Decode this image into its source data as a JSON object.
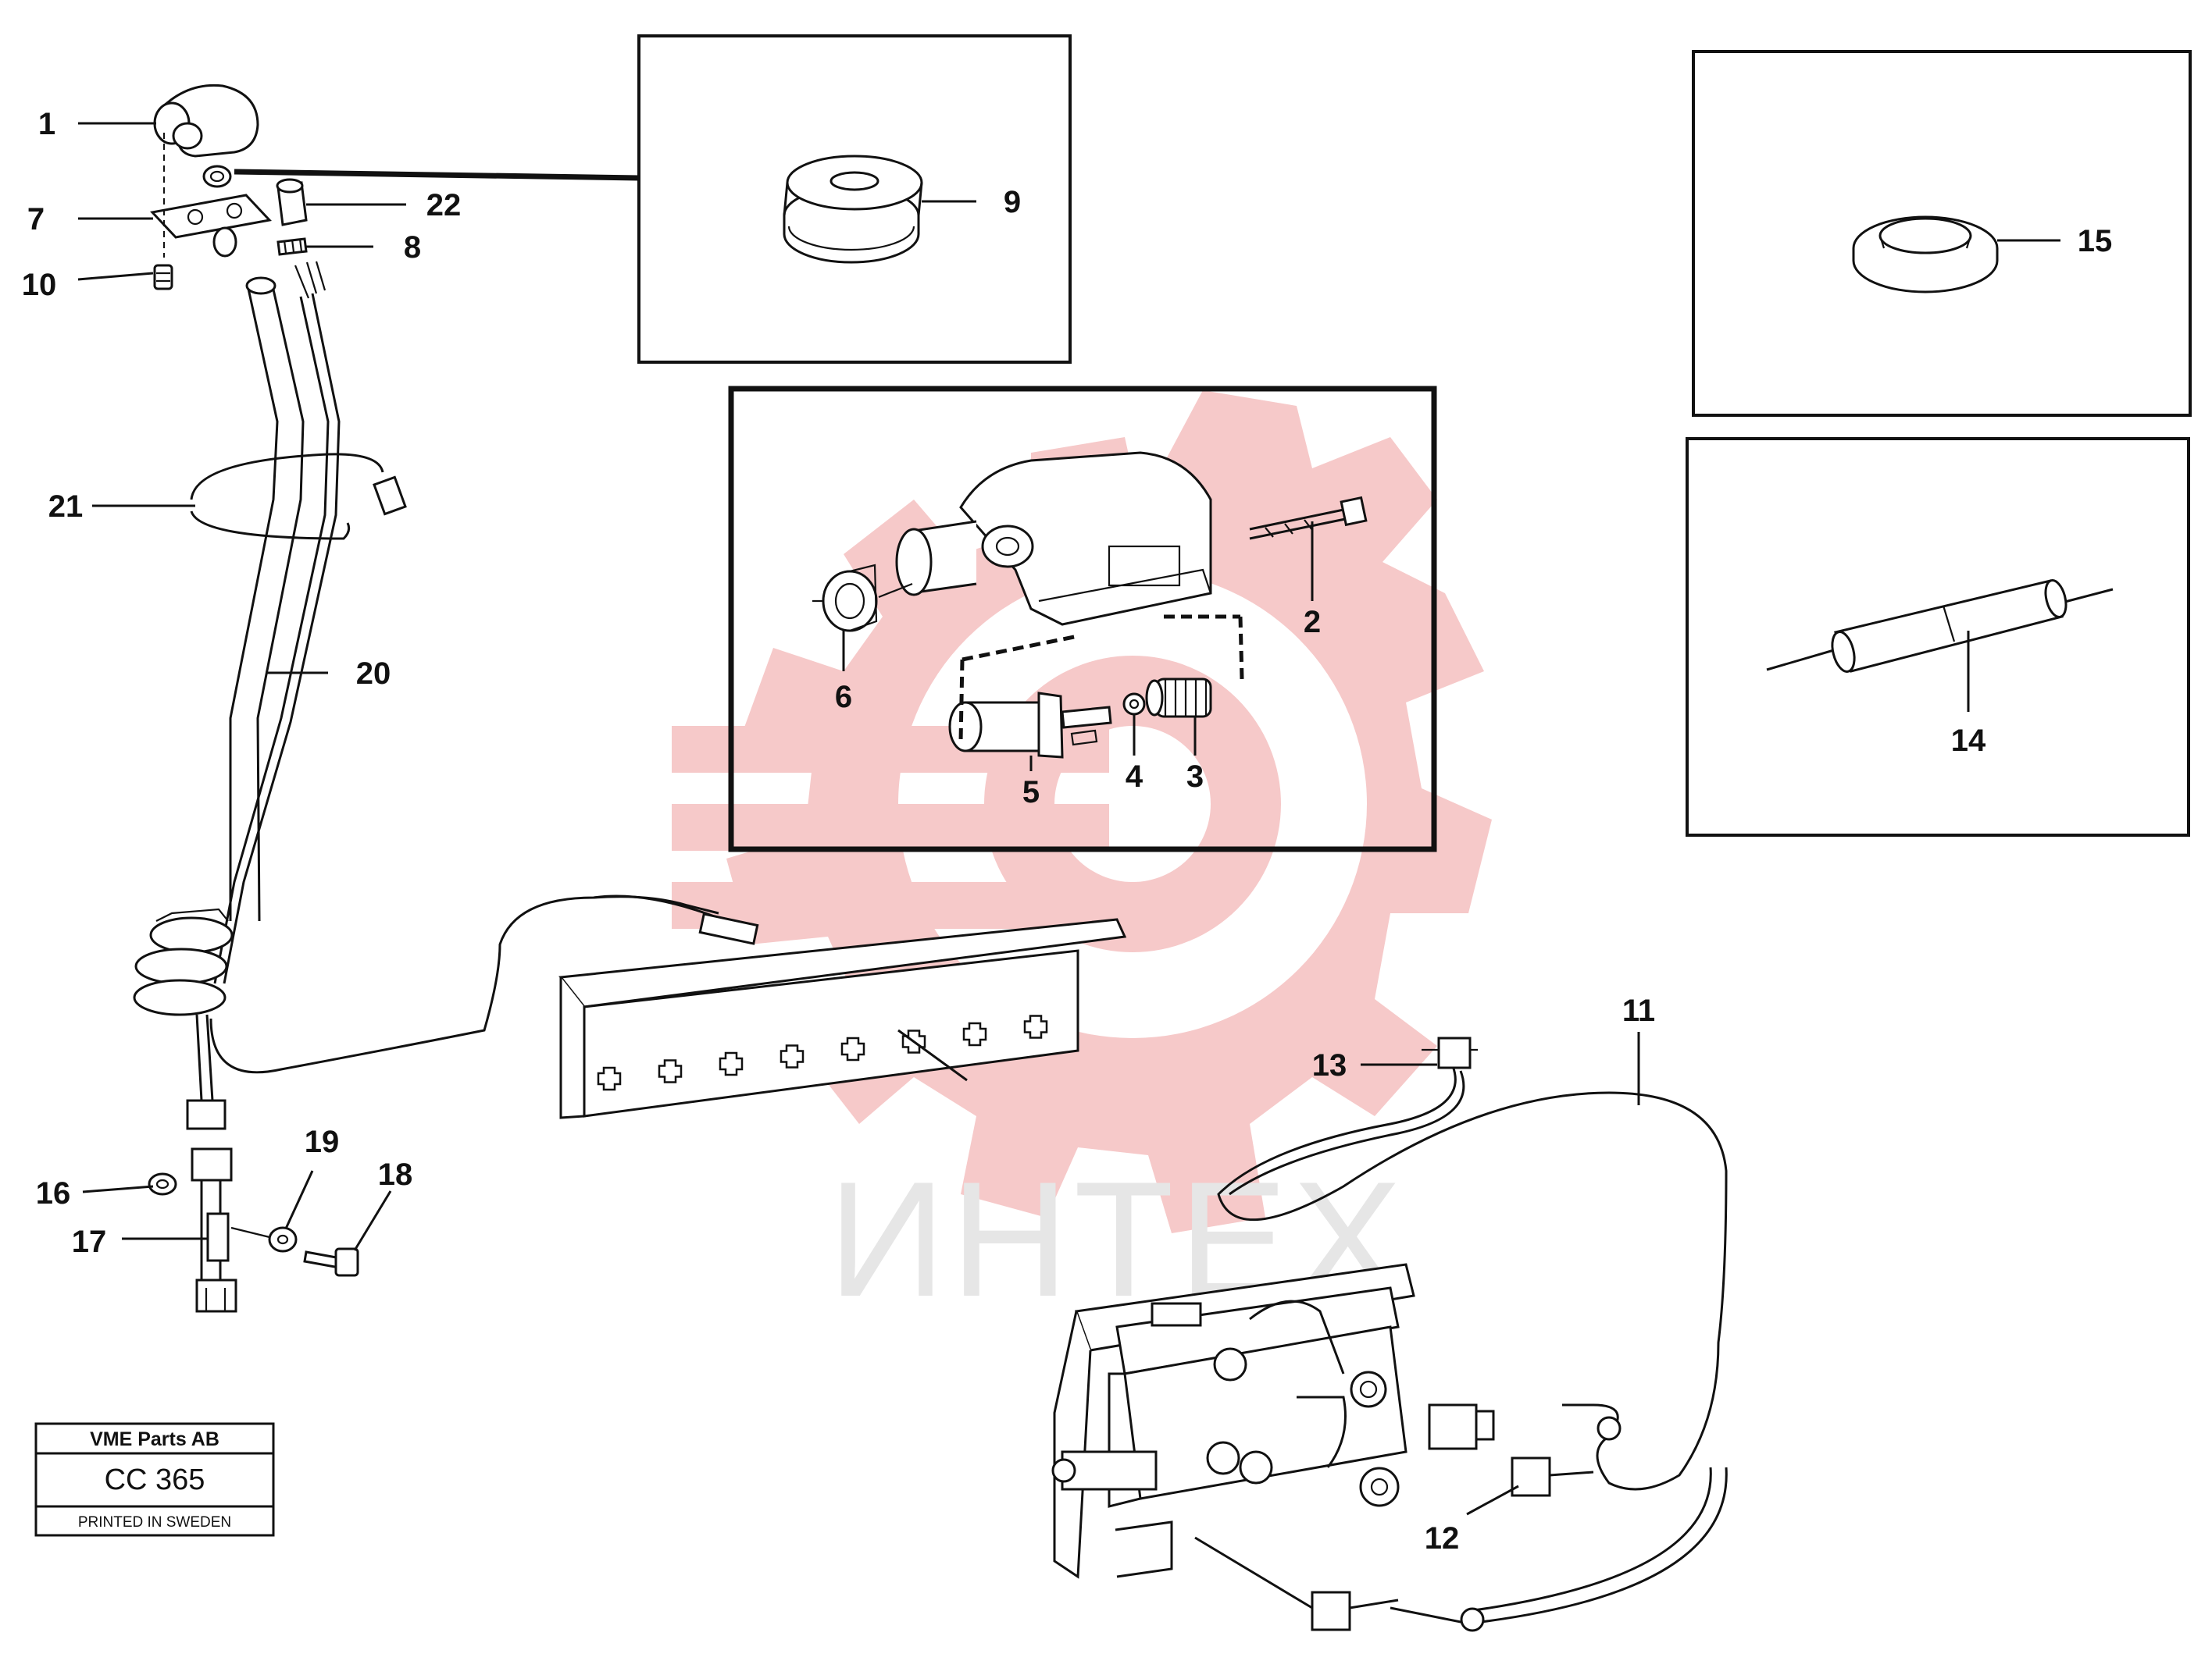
{
  "watermark": {
    "text": "ИНТЕХ",
    "logo_color": "#f6c9c9"
  },
  "stamp": {
    "company": "VME Parts AB",
    "code": "CC 365",
    "printed": "PRINTED IN SWEDEN"
  },
  "callouts": [
    {
      "id": "callout-1",
      "text": "1"
    },
    {
      "id": "callout-2",
      "text": "2"
    },
    {
      "id": "callout-3",
      "text": "3"
    },
    {
      "id": "callout-4",
      "text": "4"
    },
    {
      "id": "callout-5",
      "text": "5"
    },
    {
      "id": "callout-6",
      "text": "6"
    },
    {
      "id": "callout-7",
      "text": "7"
    },
    {
      "id": "callout-8",
      "text": "8"
    },
    {
      "id": "callout-9",
      "text": "9"
    },
    {
      "id": "callout-10",
      "text": "10"
    },
    {
      "id": "callout-11",
      "text": "11"
    },
    {
      "id": "callout-12",
      "text": "12"
    },
    {
      "id": "callout-13",
      "text": "13"
    },
    {
      "id": "callout-14",
      "text": "14"
    },
    {
      "id": "callout-15",
      "text": "15"
    },
    {
      "id": "callout-16",
      "text": "16"
    },
    {
      "id": "callout-17",
      "text": "17"
    },
    {
      "id": "callout-18",
      "text": "18"
    },
    {
      "id": "callout-19",
      "text": "19"
    },
    {
      "id": "callout-20",
      "text": "20"
    },
    {
      "id": "callout-21",
      "text": "21"
    },
    {
      "id": "callout-22",
      "text": "22"
    }
  ]
}
